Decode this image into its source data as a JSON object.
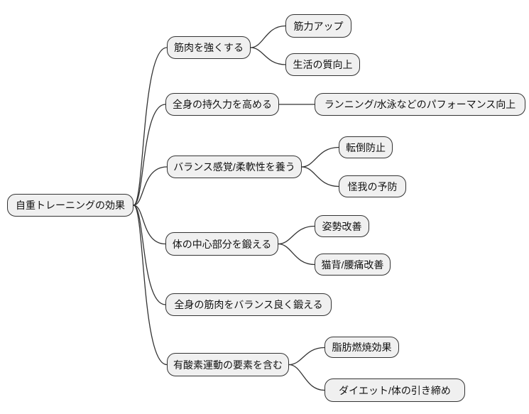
{
  "diagram": {
    "type": "mindmap",
    "root": {
      "label": "自重トレーニングの効果"
    },
    "branches": [
      {
        "label": "筋肉を強くする",
        "children": [
          "筋力アップ",
          "生活の質向上"
        ]
      },
      {
        "label": "全身の持久力を高める",
        "children": [
          "ランニング/水泳などのパフォーマンス向上"
        ]
      },
      {
        "label": "バランス感覚/柔軟性を養う",
        "children": [
          "転倒防止",
          "怪我の予防"
        ]
      },
      {
        "label": "体の中心部分を鍛える",
        "children": [
          "姿勢改善",
          "猫背/腰痛改善"
        ]
      },
      {
        "label": "全身の筋肉をバランス良く鍛える",
        "children": []
      },
      {
        "label": "有酸素運動の要素を含む",
        "children": [
          "脂肪燃焼効果",
          "ダイエット/体の引き締め"
        ]
      }
    ],
    "palette": {
      "background": "#ffffff",
      "node_fill": "#f0f0f0",
      "node_border": "#333333",
      "edge": "#333333",
      "text": "#111111"
    }
  }
}
